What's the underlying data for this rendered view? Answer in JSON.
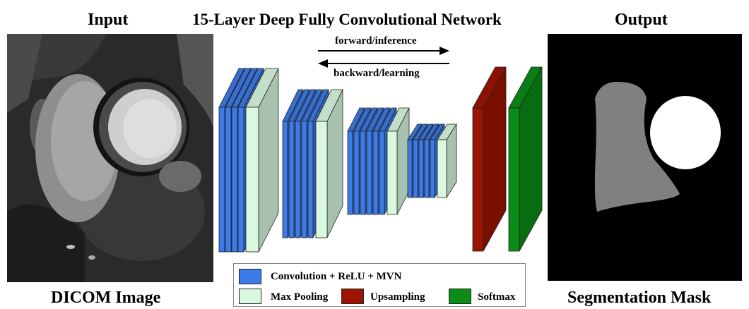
{
  "title": "15-Layer Deep Fully Convolutional Network",
  "input": {
    "heading": "Input",
    "caption": "DICOM Image"
  },
  "output": {
    "heading": "Output",
    "caption": "Segmentation Mask"
  },
  "arrows": {
    "forward": "forward/inference",
    "backward": "backward/learning"
  },
  "legend": [
    {
      "label": "Convolution + ReLU + MVN",
      "color": "#3d7be8"
    },
    {
      "label": "Max Pooling",
      "color": "#d8f8df"
    },
    {
      "label": "Upsampling",
      "color": "#9c1300"
    },
    {
      "label": "Softmax",
      "color": "#0a8c16"
    }
  ],
  "colors": {
    "convolution": "#3d7be8",
    "max_pooling": "#d8f8df",
    "upsampling": "#9c1300",
    "softmax": "#0a8c16",
    "mask_background": "#000000",
    "mask_gray_region": "#808080",
    "mask_white_region": "#ffffff"
  },
  "network_blocks": [
    {
      "type": "convolution",
      "count": 4
    },
    {
      "type": "max_pooling",
      "count": 1
    },
    {
      "type": "convolution",
      "count": 5
    },
    {
      "type": "max_pooling",
      "count": 1
    },
    {
      "type": "convolution",
      "count": 6
    },
    {
      "type": "max_pooling",
      "count": 1
    },
    {
      "type": "convolution",
      "count": 5
    },
    {
      "type": "max_pooling",
      "count": 1
    },
    {
      "type": "upsampling",
      "count": 1
    },
    {
      "type": "softmax",
      "count": 1
    }
  ]
}
